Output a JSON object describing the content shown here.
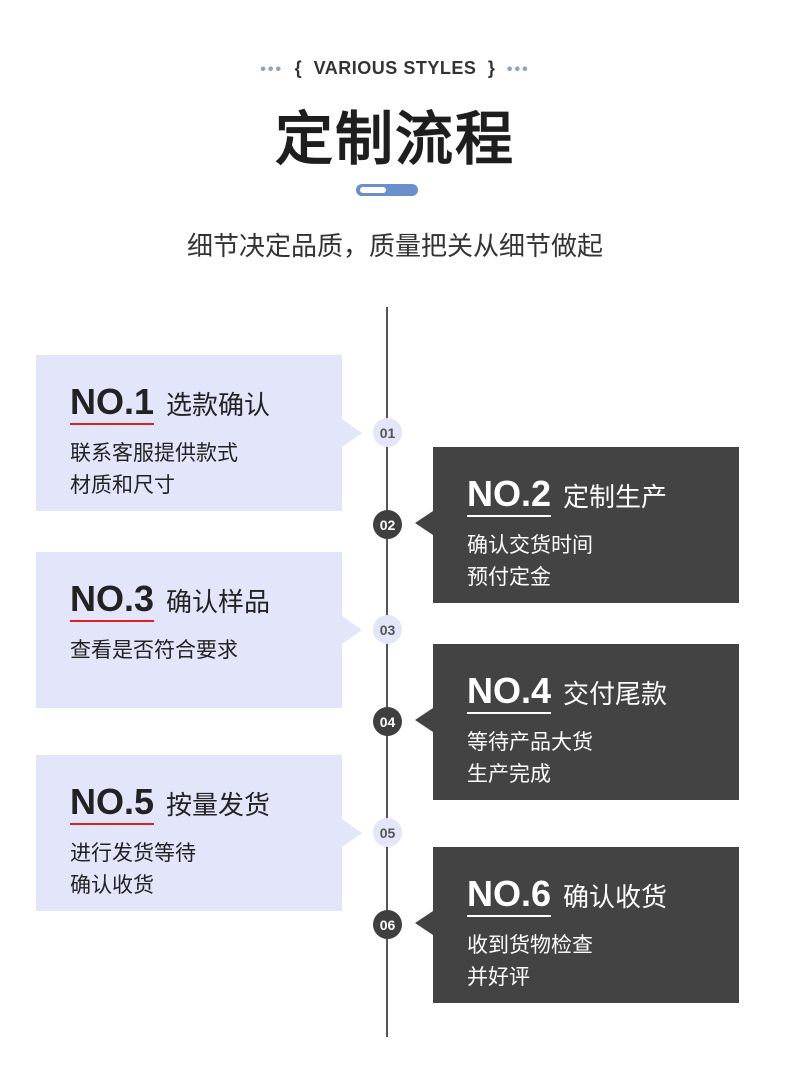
{
  "header": {
    "dots_left": "•••",
    "brace_left": "{",
    "eyebrow": "VARIOUS STYLES",
    "brace_right": "}",
    "dots_right": "•••",
    "title": "定制流程",
    "subtitle": "细节决定品质，质量把关从细节做起"
  },
  "colors": {
    "accent": "#6a90cc",
    "light_card": "#e3e6fa",
    "dark_card": "#434343",
    "underline": "#e02020"
  },
  "steps": [
    {
      "node": "01",
      "no": "NO.1",
      "name": "选款确认",
      "lines": [
        "联系客服提供款式",
        "材质和尺寸"
      ]
    },
    {
      "node": "02",
      "no": "NO.2",
      "name": "定制生产",
      "lines": [
        "确认交货时间",
        "预付定金"
      ]
    },
    {
      "node": "03",
      "no": "NO.3",
      "name": "确认样品",
      "lines": [
        "查看是否符合要求",
        ""
      ]
    },
    {
      "node": "04",
      "no": "NO.4",
      "name": "交付尾款",
      "lines": [
        "等待产品大货",
        "生产完成"
      ]
    },
    {
      "node": "05",
      "no": "NO.5",
      "name": "按量发货",
      "lines": [
        "进行发货等待",
        "确认收货"
      ]
    },
    {
      "node": "06",
      "no": "NO.6",
      "name": "确认收货",
      "lines": [
        "收到货物检查",
        "并好评"
      ]
    }
  ]
}
